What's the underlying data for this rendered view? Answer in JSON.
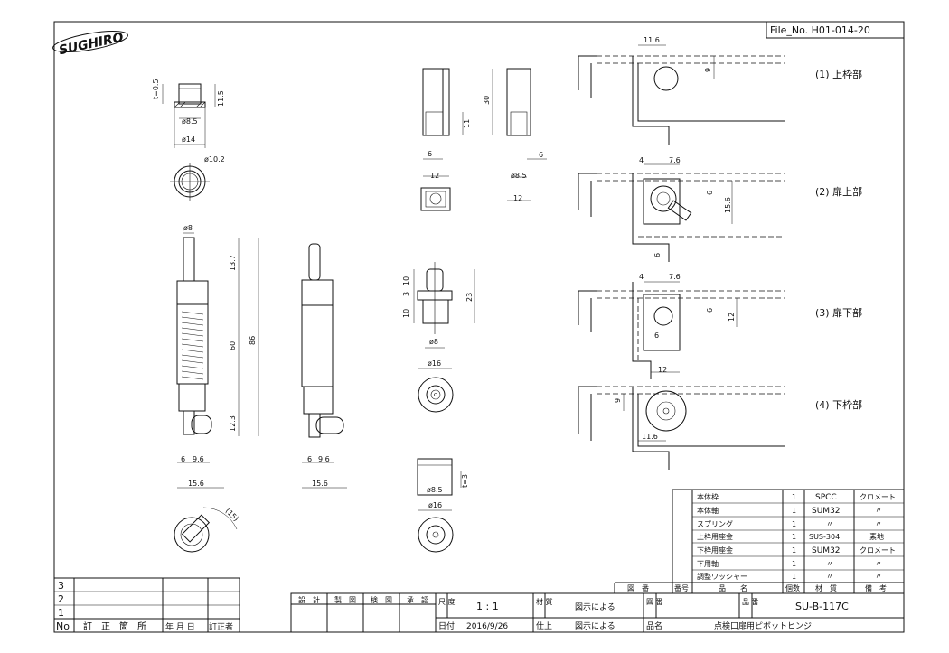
{
  "file_no": "File_No.  H01-014-20",
  "logo_text": "SUGHIRO",
  "views": [
    {
      "label": "(1)  上枠部"
    },
    {
      "label": "(2)  扉上部"
    },
    {
      "label": "(3)  扉下部"
    },
    {
      "label": "(4)  下枠部"
    }
  ],
  "dims": {
    "cap_t": "t=0.5",
    "cap_h": "11.5",
    "cap_d_inner": "ø8.5",
    "cap_d_outer": "ø14",
    "cap_plan_d": "ø10.2",
    "block_h": "30",
    "block_slot": "11",
    "block_6": "6",
    "block_12": "12",
    "block2_6": "6",
    "block2_d": "ø8.5",
    "block2_12": "12",
    "pin_d": "ø8",
    "pin_13_7": "13.7",
    "pin_60": "60",
    "pin_86": "86",
    "pin_12_3": "12.3",
    "pin_6": "6",
    "pin_9_6": "9.6",
    "pin_15_6": "15.6",
    "pin2_6": "6",
    "pin2_9_6": "9.6",
    "pin2_15_6": "15.6",
    "angle_15": "(15)",
    "bush_10": "10",
    "bush_3": "3",
    "bush_10b": "10",
    "bush_23": "23",
    "bush_d8": "ø8",
    "bush_d16": "ø16",
    "wash_d85": "ø8.5",
    "wash_t": "t=3",
    "wash_d16": "ø16",
    "v1_11_6": "11.6",
    "v1_9": "9",
    "v2_4": "4",
    "v2_7_6": "7.6",
    "v2_6": "6",
    "v2_15_6": "15.6",
    "v2_6b": "6",
    "v3_4": "4",
    "v3_7_6": "7.6",
    "v3_6": "6",
    "v3_12": "12",
    "v3_6b": "6",
    "v3_12b": "12",
    "v4_9": "9",
    "v4_11_6": "11.6"
  },
  "parts_table": {
    "rows": [
      {
        "name": "本体枠",
        "qty": "1",
        "material": "SPCC",
        "note": "クロメート"
      },
      {
        "name": "本体軸",
        "qty": "1",
        "material": "SUM32",
        "note": "〃"
      },
      {
        "name": "スプリング",
        "qty": "1",
        "material": "〃",
        "note": "〃"
      },
      {
        "name": "上枠用座金",
        "qty": "1",
        "material": "SUS-304",
        "note": "素地"
      },
      {
        "name": "下枠用座金",
        "qty": "1",
        "material": "SUM32",
        "note": "クロメート"
      },
      {
        "name": "下用軸",
        "qty": "1",
        "material": "〃",
        "note": "〃"
      },
      {
        "name": "調整ワッシャー",
        "qty": "1",
        "material": "〃",
        "note": "〃"
      }
    ],
    "header": {
      "drawing": "図　番",
      "no": "番号",
      "name": "品　　名",
      "qty": "個数",
      "material": "材　質",
      "note": "備　考"
    }
  },
  "revision": {
    "rows": [
      "3",
      "2",
      "1"
    ],
    "header": [
      "No",
      "訂　正　箇　所",
      "年 月 日",
      "訂正者"
    ]
  },
  "title_block": {
    "design": "設　計",
    "draw": "製　図",
    "check": "検　図",
    "approve": "承　認",
    "scale_label": "尺\n度",
    "scale_value": "1 : 1",
    "date_label": "日付",
    "date_value": "2016/9/26",
    "material_label": "材\n質",
    "material_value": "図示による",
    "finish_label": "仕上",
    "finish_value": "図示による",
    "drawing_no_label": "図\n番",
    "drawing_no_value": "",
    "product_name_label": "品名",
    "product_name_value": "点検口扉用ピボットヒンジ",
    "product_no_label": "品\n番",
    "product_no_value": "SU-B-117C"
  }
}
